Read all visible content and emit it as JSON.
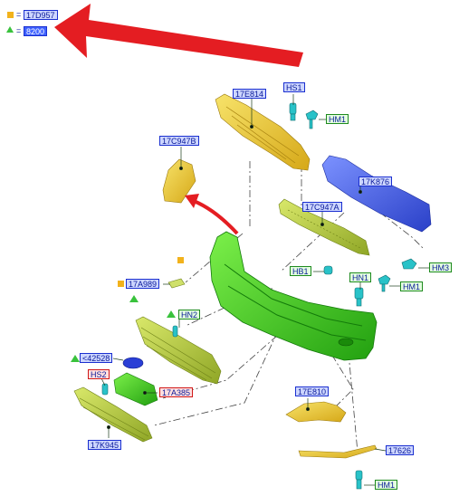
{
  "legend": {
    "row1": {
      "symbol": "square-icon",
      "color": "#f2b21c",
      "equals": "=",
      "code": "17D957"
    },
    "row2": {
      "symbol": "triangle-icon",
      "color": "#39c23c",
      "equals": "=",
      "code": "8200"
    }
  },
  "annotation": {
    "arrow_color": "#e41d22"
  },
  "parts": {
    "17E814": "17E814",
    "HS1": "HS1",
    "HM1_top": "HM1",
    "17C947B": "17C947B",
    "17K876": "17K876",
    "17C947A": "17C947A",
    "HM3": "HM3",
    "HB1": "HB1",
    "HN1": "HN1",
    "HM1_mid": "HM1",
    "17A989": "17A989",
    "HN2": "HN2",
    "42528": "<42528",
    "HS2": "HS2",
    "17A385": "17A385",
    "17E810": "17E810",
    "17626": "17626",
    "17K945": "17K945",
    "HM1_bottom": "HM1"
  },
  "colors": {
    "yellow": "#f0d230",
    "green": "#3ecf1e",
    "olive": "#b6cc3a",
    "blue": "#4a64ec",
    "fastener": "#29c2c8"
  }
}
